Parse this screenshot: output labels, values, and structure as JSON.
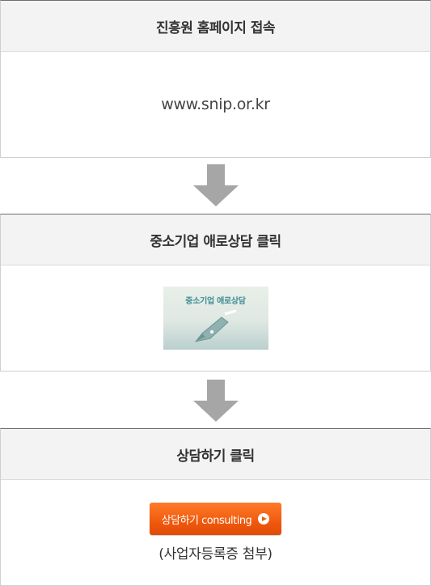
{
  "steps": [
    {
      "title": "진흥원 홈페이지 접속",
      "url": "www.snip.or.kr"
    },
    {
      "title": "중소기업 애로상담 클릭",
      "banner_label": "중소기업 애로상담",
      "banner_icon": "fountain-pen-icon"
    },
    {
      "title": "상담하기 클릭",
      "button_label": "상담하기 consulting",
      "button_icon": "play-circle-icon",
      "note": "(사업자등록증 첨부)"
    }
  ],
  "colors": {
    "header_bg": "#f3f3f3",
    "arrow": "#a6a6a6",
    "button": "#f05a0e",
    "banner_text": "#3e8f92"
  }
}
